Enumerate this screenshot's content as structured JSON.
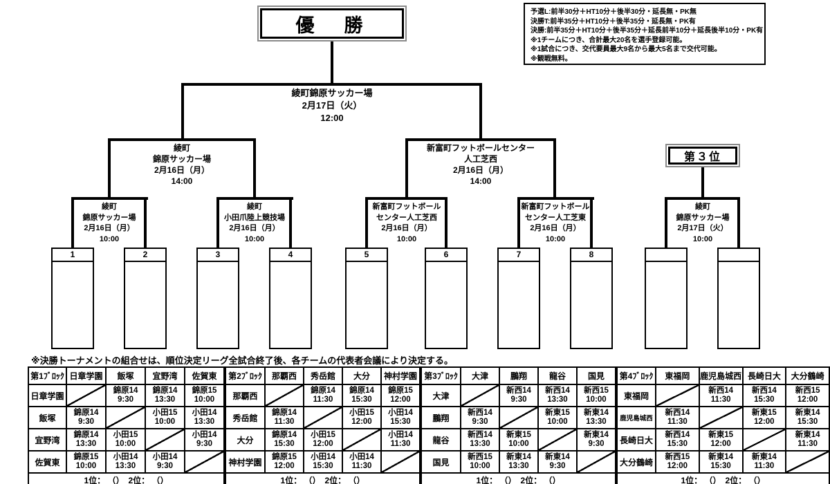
{
  "champion": {
    "label": "優　勝"
  },
  "third_place": {
    "label": "第３位"
  },
  "rules_box": {
    "lines": [
      "予選L:前半30分＋HT10分＋後半30分・延長無・PK無",
      "決勝T:前半35分＋HT10分＋後半35分・延長無・PK有",
      "決勝:前半35分＋HT10分＋後半35分＋延長前半10分＋延長後半10分・PK有",
      "※1チームにつき、合計最大20名を選手登録可能。",
      "※1試合につき、交代要員最大9名から最大5名まで交代可能。",
      "※観戦無料。"
    ]
  },
  "note": "※決勝トーナメントの組合せは、順位決定リーグ全試合終了後、各チームの代表者会議により決定する。",
  "bracket": {
    "final": {
      "lines": [
        "綾町錦原サッカー場",
        "2月17日（火）",
        "12:00"
      ]
    },
    "semifinals": [
      {
        "lines": [
          "綾町",
          "錦原サッカー場",
          "2月16日（月）",
          "14:00"
        ]
      },
      {
        "lines": [
          "新富町フットボールセンター",
          "人工芝西",
          "2月16日（月）",
          "14:00"
        ]
      }
    ],
    "quarterfinals": [
      {
        "lines": [
          "綾町",
          "錦原サッカー場",
          "2月16日（月）",
          "10:00"
        ]
      },
      {
        "lines": [
          "綾町",
          "小田爪陸上競技場",
          "2月16日（月）",
          "10:00"
        ]
      },
      {
        "lines": [
          "新富町フットボール",
          "センター人工芝西",
          "2月16日（月）",
          "10:00"
        ]
      },
      {
        "lines": [
          "新富町フットボール",
          "センター人工芝東",
          "2月16日（月）",
          "10:00"
        ]
      }
    ],
    "third_place_match": {
      "lines": [
        "綾町",
        "錦原サッカー場",
        "2月17日（火）",
        "10:00"
      ]
    },
    "slot_numbers": [
      "1",
      "2",
      "3",
      "4",
      "5",
      "6",
      "7",
      "8"
    ]
  },
  "blocks": [
    {
      "name": "第1ﾌﾞﾛｯｸ",
      "teams": [
        "日章学園",
        "飯塚",
        "宜野湾",
        "佐賀東"
      ],
      "matrix": [
        [
          null,
          {
            "v": "錦原14",
            "t": "9:30"
          },
          {
            "v": "錦原14",
            "t": "13:30"
          },
          {
            "v": "錦原15",
            "t": "10:00"
          }
        ],
        [
          {
            "v": "錦原14",
            "t": "9:30"
          },
          null,
          {
            "v": "小田15",
            "t": "10:00"
          },
          {
            "v": "小田14",
            "t": "13:30"
          }
        ],
        [
          {
            "v": "錦原14",
            "t": "13:30"
          },
          {
            "v": "小田15",
            "t": "10:00"
          },
          null,
          {
            "v": "小田14",
            "t": "9:30"
          }
        ],
        [
          {
            "v": "錦原15",
            "t": "10:00"
          },
          {
            "v": "小田14",
            "t": "13:30"
          },
          {
            "v": "小田14",
            "t": "9:30"
          },
          null
        ]
      ],
      "footer": "1位： （）　2位： （）"
    },
    {
      "name": "第2ﾌﾞﾛｯｸ",
      "teams": [
        "那覇西",
        "秀岳館",
        "大分",
        "神村学園"
      ],
      "matrix": [
        [
          null,
          {
            "v": "錦原14",
            "t": "11:30"
          },
          {
            "v": "錦原14",
            "t": "15:30"
          },
          {
            "v": "錦原15",
            "t": "12:00"
          }
        ],
        [
          {
            "v": "錦原14",
            "t": "11:30"
          },
          null,
          {
            "v": "小田15",
            "t": "12:00"
          },
          {
            "v": "小田14",
            "t": "15:30"
          }
        ],
        [
          {
            "v": "錦原14",
            "t": "15:30"
          },
          {
            "v": "小田15",
            "t": "12:00"
          },
          null,
          {
            "v": "小田14",
            "t": "11:30"
          }
        ],
        [
          {
            "v": "錦原15",
            "t": "12:00"
          },
          {
            "v": "小田14",
            "t": "15:30"
          },
          {
            "v": "小田14",
            "t": "11:30"
          },
          null
        ]
      ],
      "footer": "1位： （）　2位： （）"
    },
    {
      "name": "第3ﾌﾞﾛｯｸ",
      "teams": [
        "大津",
        "鵬翔",
        "龍谷",
        "国見"
      ],
      "matrix": [
        [
          null,
          {
            "v": "新西14",
            "t": "9:30"
          },
          {
            "v": "新西14",
            "t": "13:30"
          },
          {
            "v": "新西15",
            "t": "10:00"
          }
        ],
        [
          {
            "v": "新西14",
            "t": "9:30"
          },
          null,
          {
            "v": "新東15",
            "t": "10:00"
          },
          {
            "v": "新東14",
            "t": "13:30"
          }
        ],
        [
          {
            "v": "新西14",
            "t": "13:30"
          },
          {
            "v": "新東15",
            "t": "10:00"
          },
          null,
          {
            "v": "新東14",
            "t": "9:30"
          }
        ],
        [
          {
            "v": "新西15",
            "t": "10:00"
          },
          {
            "v": "新東14",
            "t": "13:30"
          },
          {
            "v": "新東14",
            "t": "9:30"
          },
          null
        ]
      ],
      "footer": "1位： （）　2位： （）"
    },
    {
      "name": "第4ﾌﾞﾛｯｸ",
      "teams": [
        "東福岡",
        "鹿児島城西",
        "長崎日大",
        "大分鶴崎"
      ],
      "matrix": [
        [
          null,
          {
            "v": "新西14",
            "t": "11:30"
          },
          {
            "v": "新西14",
            "t": "15:30"
          },
          {
            "v": "新西15",
            "t": "12:00"
          }
        ],
        [
          {
            "v": "新西14",
            "t": "11:30"
          },
          null,
          {
            "v": "新東15",
            "t": "12:00"
          },
          {
            "v": "新東14",
            "t": "15:30"
          }
        ],
        [
          {
            "v": "新西14",
            "t": "15:30"
          },
          {
            "v": "新東15",
            "t": "12:00"
          },
          null,
          {
            "v": "新東14",
            "t": "11:30"
          }
        ],
        [
          {
            "v": "新西15",
            "t": "12:00"
          },
          {
            "v": "新東14",
            "t": "15:30"
          },
          {
            "v": "新東14",
            "t": "11:30"
          },
          null
        ]
      ],
      "footer": "1位： （）　2位： （）"
    }
  ]
}
